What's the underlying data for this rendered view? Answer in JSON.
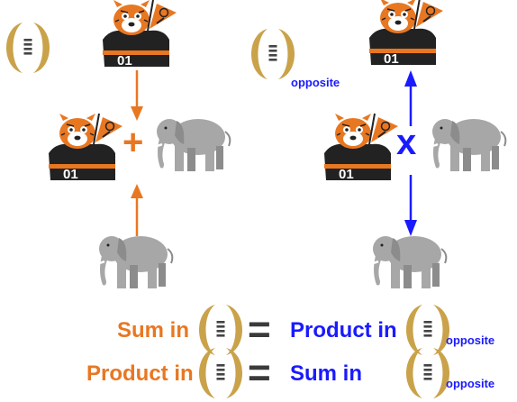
{
  "colors": {
    "orange": "#E87722",
    "blue": "#1a1aff",
    "gold": "#C9A24A",
    "elephant": "#a7a7a7",
    "elephant_shade": "#8c8c8c",
    "equals": "#3a3a3a"
  },
  "left_panel": {
    "plus_symbol": "+"
  },
  "right_panel": {
    "times_symbol": "x",
    "opposite_label": "opposite"
  },
  "equations": [
    {
      "left_text": "Sum in",
      "equals_symbol": "=",
      "right_text": "Product in",
      "subscript": "opposite"
    },
    {
      "left_text": "Product in",
      "equals_symbol": "=",
      "right_text": "Sum in",
      "subscript": "opposite"
    }
  ]
}
